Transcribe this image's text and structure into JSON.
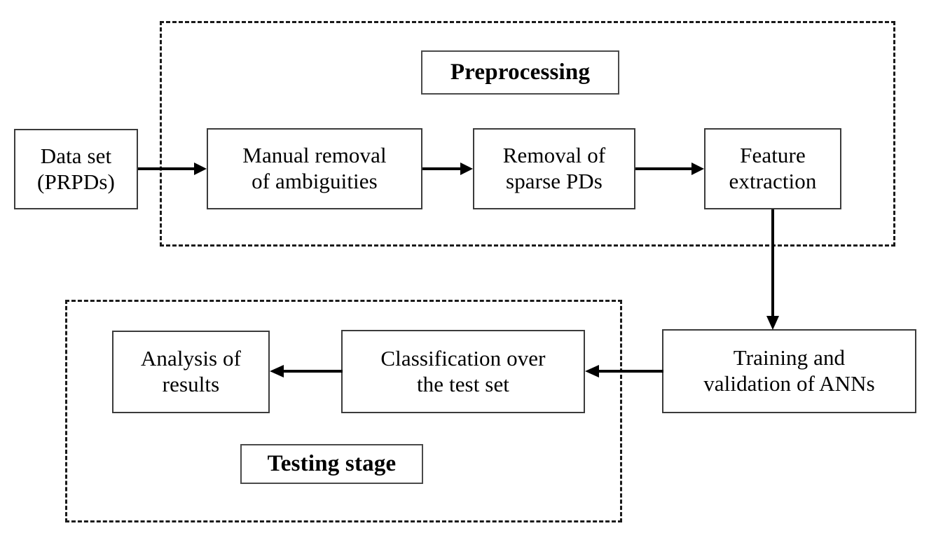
{
  "diagram": {
    "title": "PD classification workflow flowchart",
    "background_color": "#ffffff",
    "line_color": "#000000",
    "box_border_color": "#3b3b3b",
    "dashed_border_color": "#1a1a1a"
  },
  "groups": [
    {
      "id": "preprocessing",
      "label": "Preprocessing",
      "style": "dashed"
    },
    {
      "id": "testing",
      "label": "Testing stage",
      "style": "dashed"
    }
  ],
  "nodes": [
    {
      "id": "data-set",
      "text": "Data set\n(PRPDs)"
    },
    {
      "id": "manual-removal",
      "text": "Manual removal\nof ambiguities"
    },
    {
      "id": "sparse-removal",
      "text": "Removal of\nsparse PDs"
    },
    {
      "id": "feature-extraction",
      "text": "Feature\nextraction"
    },
    {
      "id": "training-validation",
      "text": "Training and\nvalidation of ANNs"
    },
    {
      "id": "classification",
      "text": "Classification over\nthe test set"
    },
    {
      "id": "analysis",
      "text": "Analysis of\nresults"
    }
  ],
  "edges": [
    {
      "id": "e1",
      "from": "data-set",
      "to": "manual-removal",
      "direction": "right"
    },
    {
      "id": "e2",
      "from": "manual-removal",
      "to": "sparse-removal",
      "direction": "right"
    },
    {
      "id": "e3",
      "from": "sparse-removal",
      "to": "feature-extraction",
      "direction": "right"
    },
    {
      "id": "e4",
      "from": "feature-extraction",
      "to": "training-validation",
      "direction": "down"
    },
    {
      "id": "e5",
      "from": "training-validation",
      "to": "classification",
      "direction": "left"
    },
    {
      "id": "e6",
      "from": "classification",
      "to": "analysis",
      "direction": "left"
    }
  ]
}
